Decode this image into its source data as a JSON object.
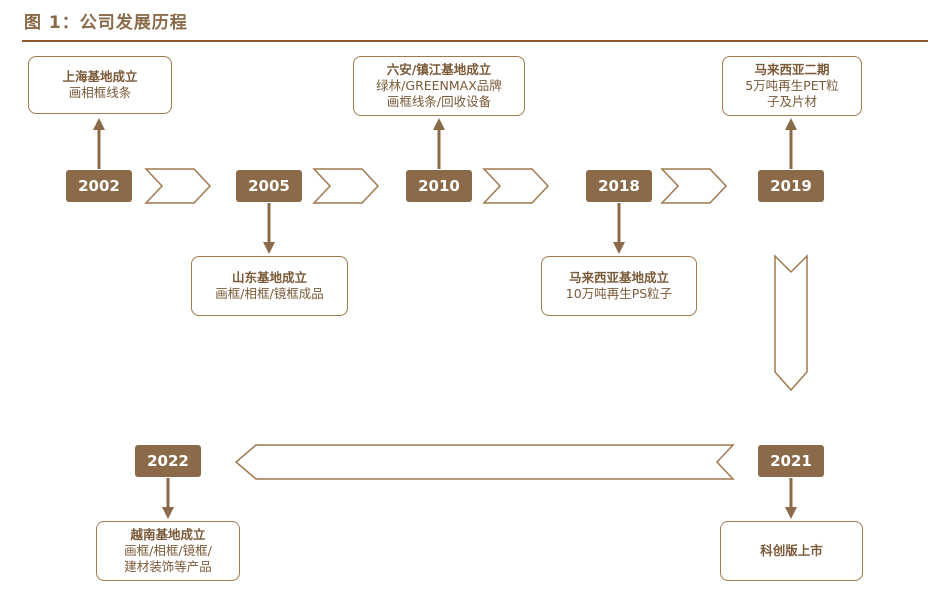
{
  "title": "图 1：公司发展历程",
  "colors": {
    "accent": "#8a6a48",
    "rule": "#8a5a2e",
    "box_border": "#a0794e",
    "text": "#7a5a38"
  },
  "milestones": [
    {
      "year": "2002",
      "title": "上海基地成立",
      "lines": [
        "画相框线条"
      ]
    },
    {
      "year": "2005",
      "title": "山东基地成立",
      "lines": [
        "画框/相框/镜框成品"
      ]
    },
    {
      "year": "2010",
      "title": "六安/镇江基地成立",
      "lines": [
        "绿林/GREENMAX品牌",
        "画框线条/回收设备"
      ]
    },
    {
      "year": "2018",
      "title": "马来西亚基地成立",
      "lines": [
        "10万吨再生PS粒子"
      ]
    },
    {
      "year": "2019",
      "title": "马来西亚二期",
      "lines": [
        "5万吨再生PET粒",
        "子及片材"
      ]
    },
    {
      "year": "2021",
      "title": "科创版上市",
      "lines": []
    },
    {
      "year": "2022",
      "title": "越南基地成立",
      "lines": [
        "画框/相框/镜框/",
        "建材装饰等产品"
      ]
    }
  ]
}
